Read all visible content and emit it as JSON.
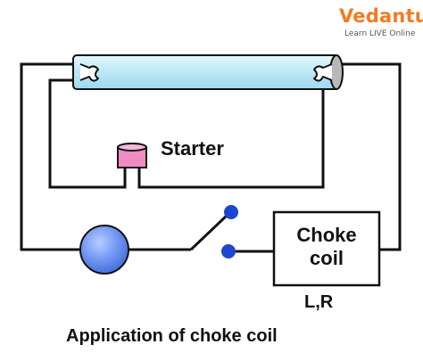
{
  "logo": {
    "brand": "Vedantu",
    "tagline": "Learn LIVE Online"
  },
  "labels": {
    "starter": "Starter",
    "choke_line1": "Choke",
    "choke_line2": "coil",
    "lr": "L,R",
    "caption": "Application of choke coil"
  },
  "colors": {
    "tube_fill": "#bfe9f6",
    "starter_fill": "#f08cc4",
    "bulb_fill": "#5b86ee",
    "switch_dot": "#1d46d0",
    "brand": "#f47b20",
    "wire": "#111111"
  },
  "components": {
    "tube": "fluorescent-tube",
    "starter": "starter-icon",
    "bulb": "bulb-icon",
    "switch": "switch-icon",
    "choke": "choke-coil-box"
  }
}
